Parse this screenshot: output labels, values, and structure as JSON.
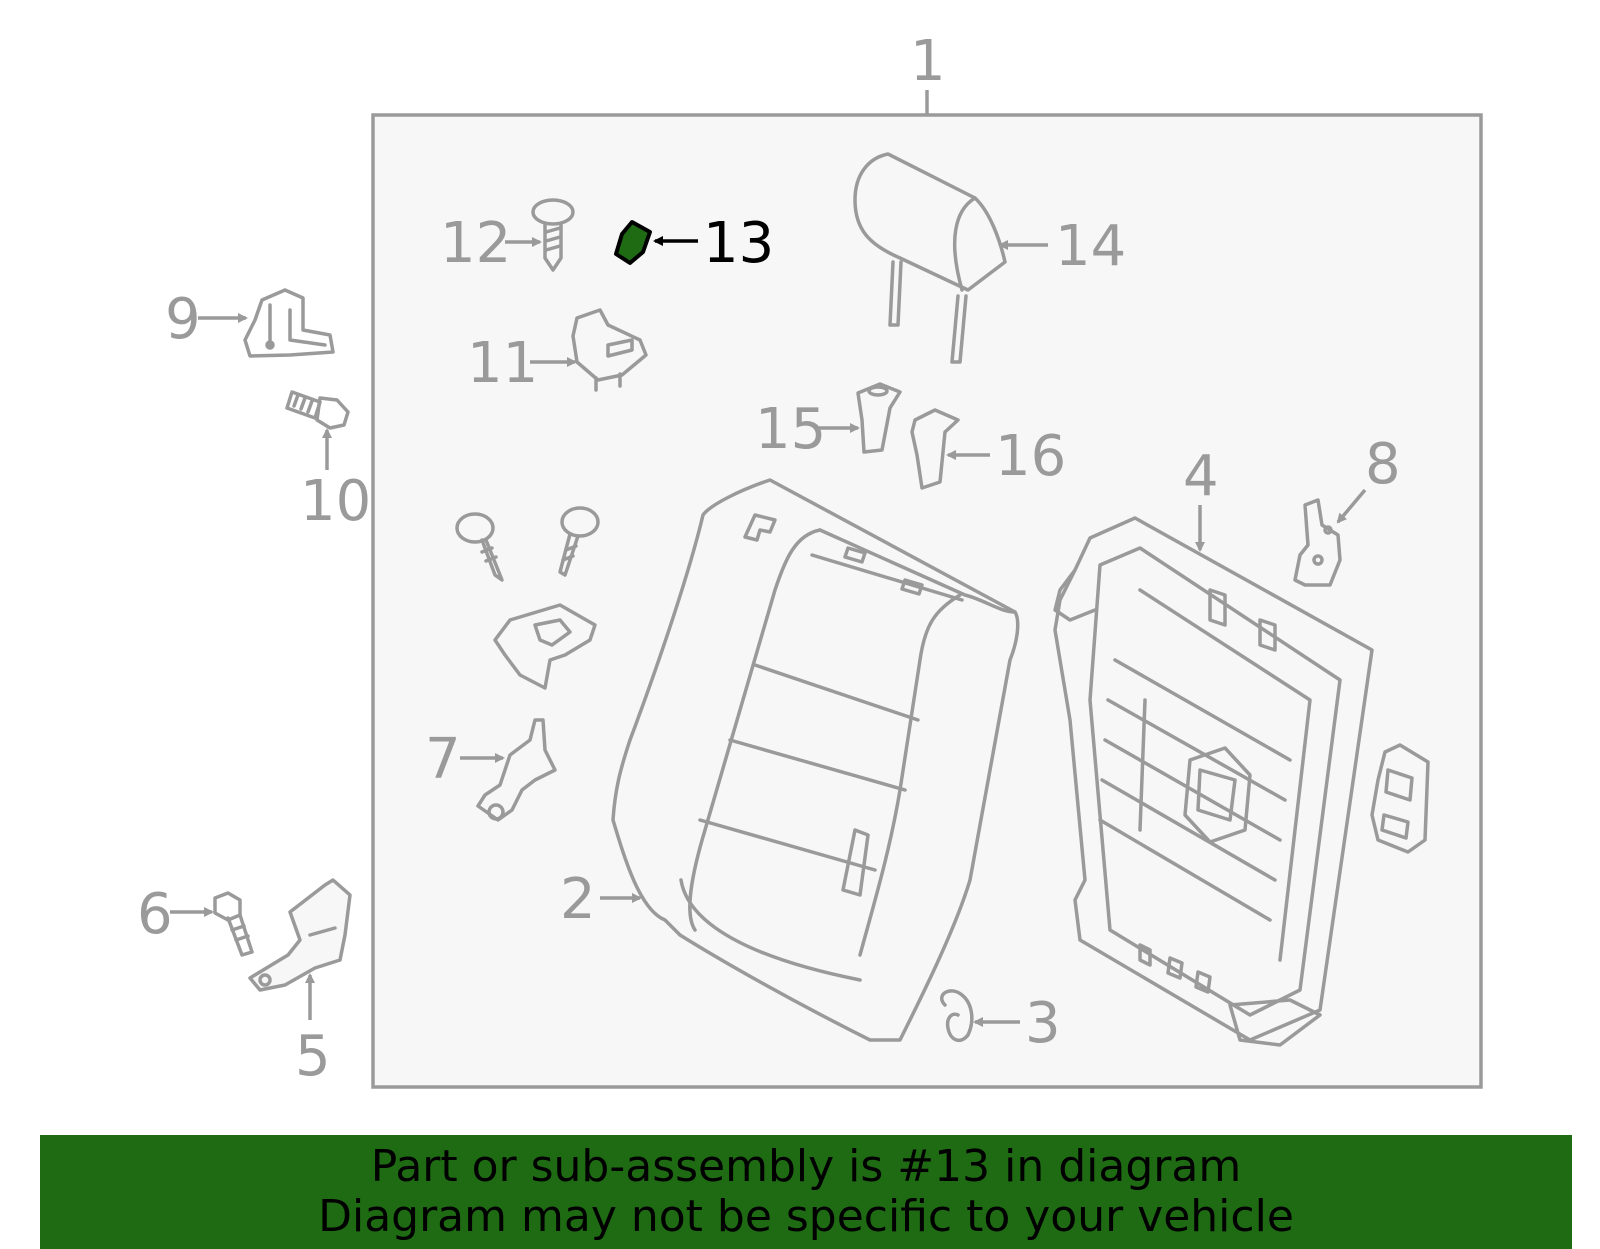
{
  "colors": {
    "highlight_fill": "#1f6b14",
    "part_stroke": "#9a9a9a",
    "frame_background": "#f7f7f7",
    "banner_background": "#1f6b14"
  },
  "callouts": {
    "c1": "1",
    "c2": "2",
    "c3": "3",
    "c4": "4",
    "c5": "5",
    "c6": "6",
    "c7": "7",
    "c8": "8",
    "c9": "9",
    "c10": "10",
    "c11": "11",
    "c12": "12",
    "c13": "13",
    "c14": "14",
    "c15": "15",
    "c16": "16"
  },
  "highlighted_part": "13",
  "banner": {
    "line1": "Part or sub-assembly is #13 in diagram",
    "line2": "Diagram may not be specific to your vehicle"
  }
}
